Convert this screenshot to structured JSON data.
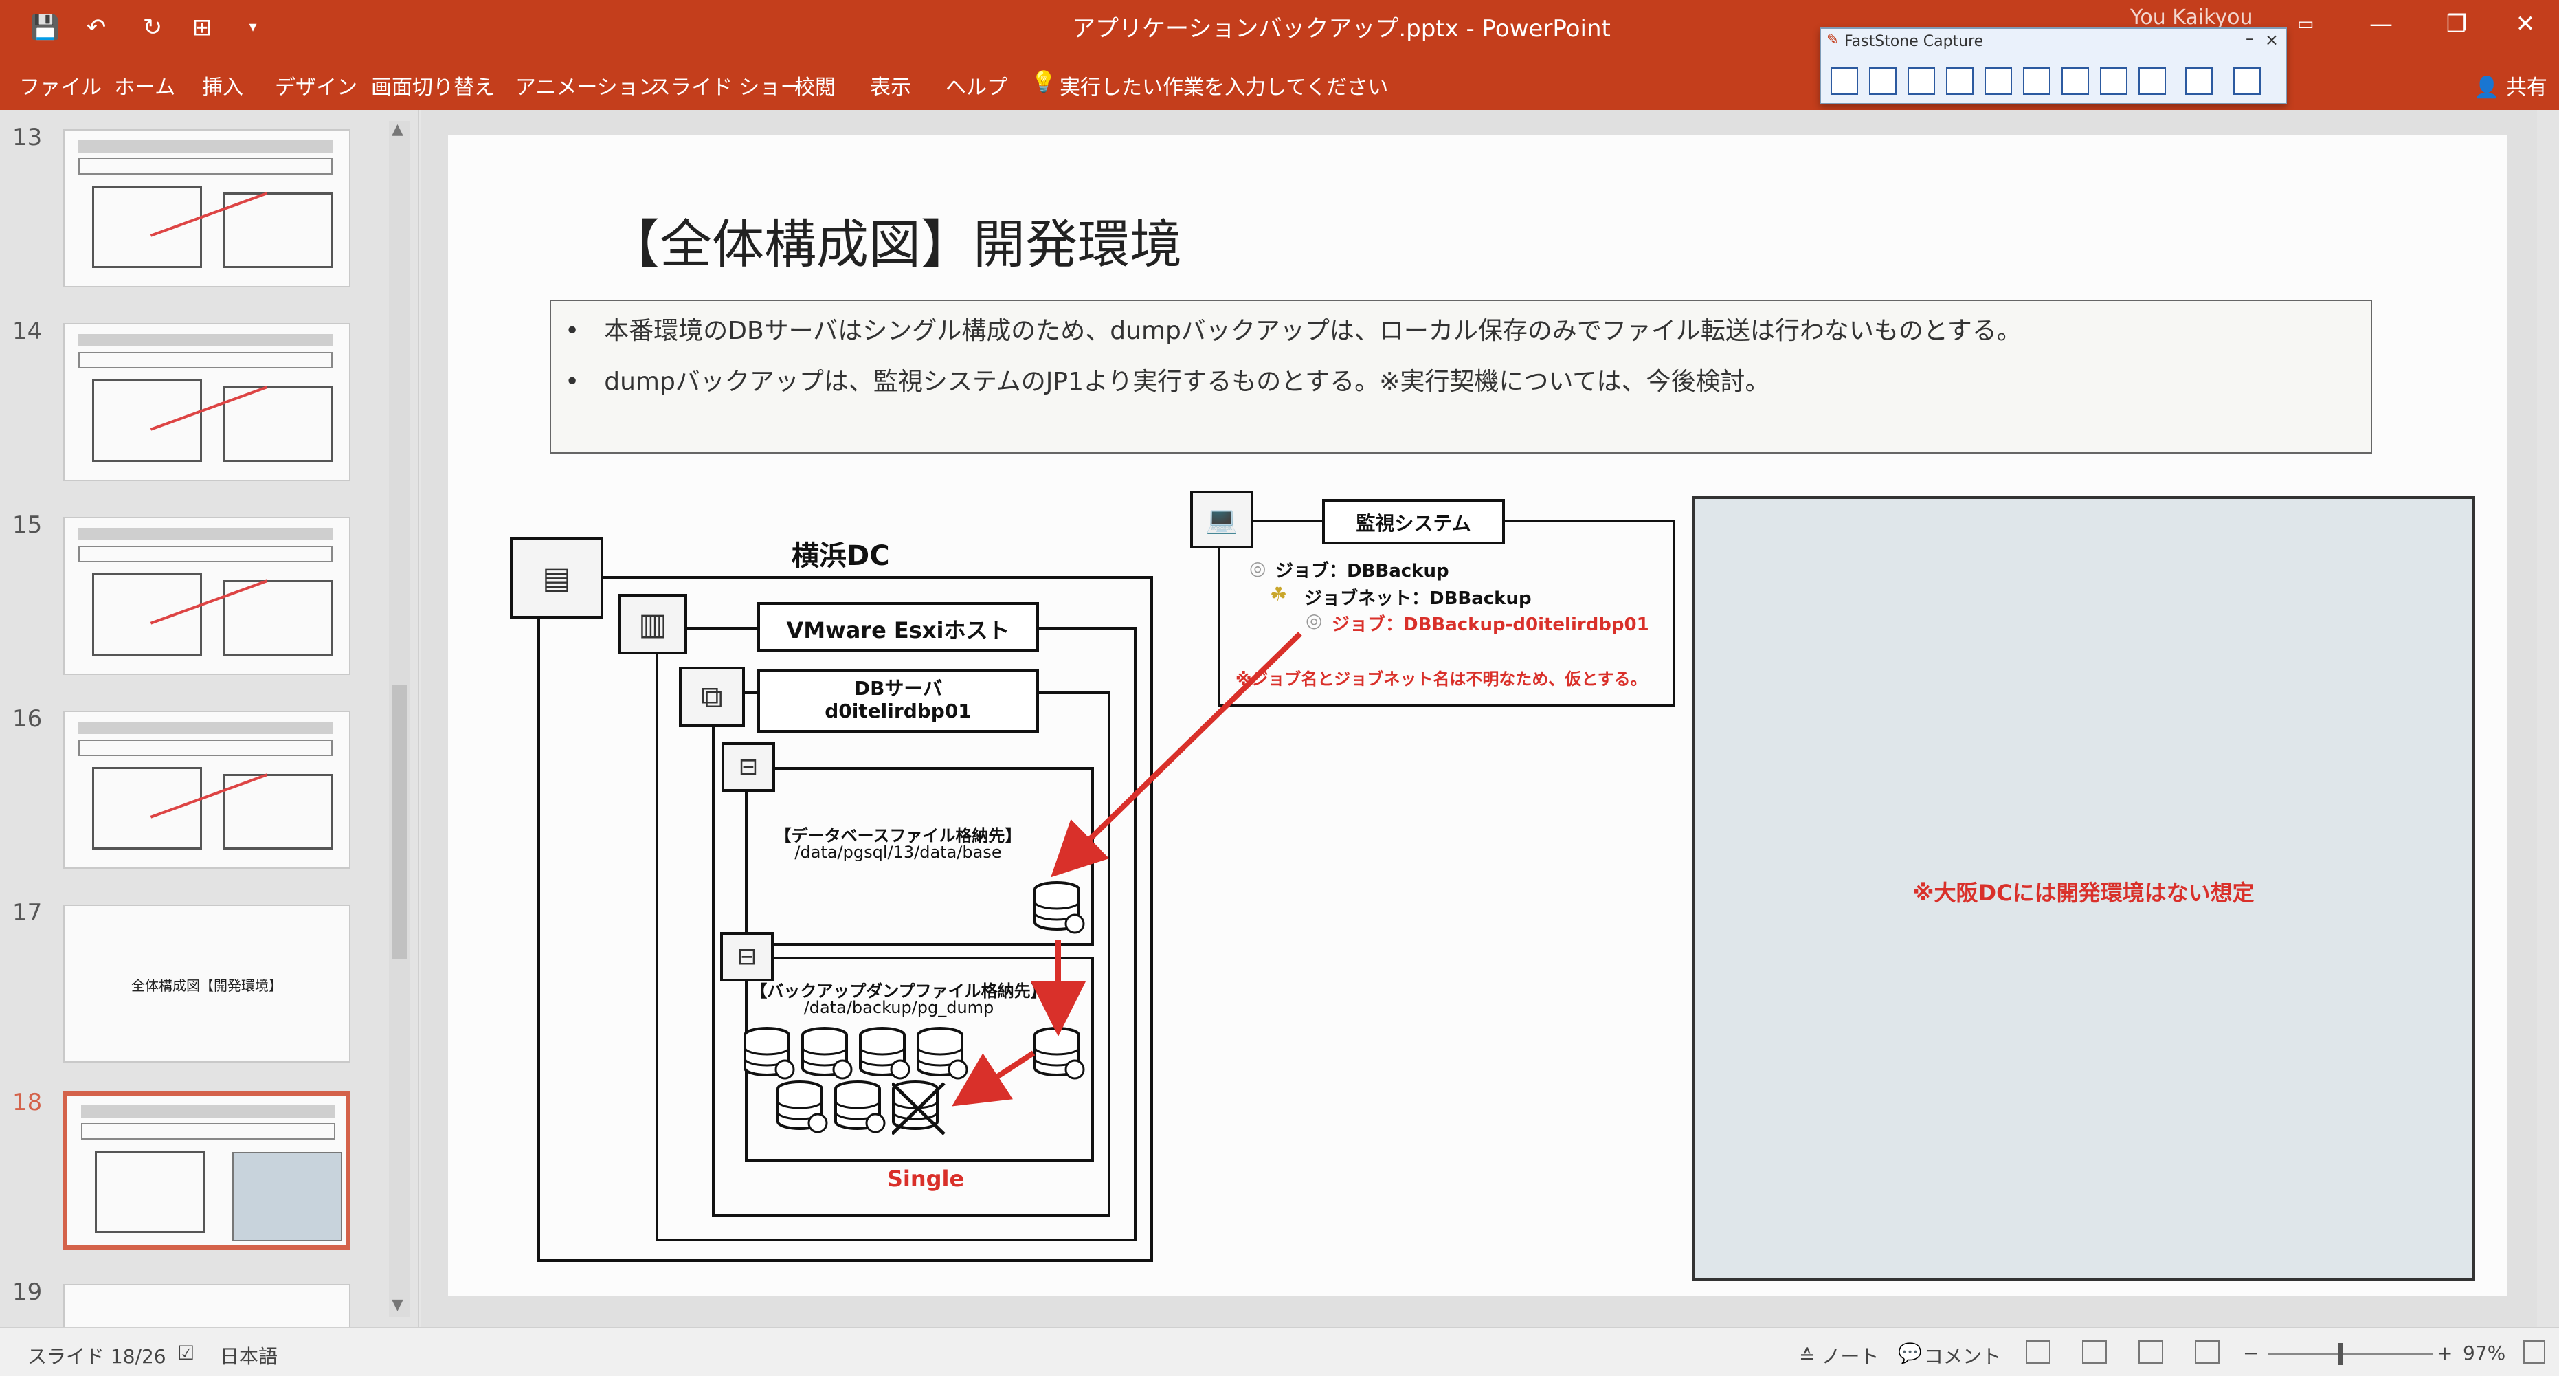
{
  "window": {
    "title": "アプリケーションバックアップ.pptx  -  PowerPoint",
    "user": "You Kaikyou",
    "minimize": "—",
    "restore": "❐",
    "close": "✕"
  },
  "quick_access": {
    "save": "💾",
    "undo": "↶",
    "redo": "↻",
    "present": "⊞",
    "more": "▾"
  },
  "ribbon": {
    "tabs": [
      "ファイル",
      "ホーム",
      "挿入",
      "デザイン",
      "画面切り替え",
      "アニメーション",
      "スライド ショー",
      "校閲",
      "表示",
      "ヘルプ"
    ],
    "tell_me": "実行したい作業を入力してください",
    "share": "共有"
  },
  "faststone": {
    "title": "FastStone Capture",
    "minimize": "–",
    "close": "×"
  },
  "thumbnails": [
    {
      "number": "13",
      "label": ""
    },
    {
      "number": "14",
      "label": ""
    },
    {
      "number": "15",
      "label": ""
    },
    {
      "number": "16",
      "label": ""
    },
    {
      "number": "17",
      "label": "全体構成図【開発環境】"
    },
    {
      "number": "18",
      "label": ""
    },
    {
      "number": "19",
      "label": ""
    }
  ],
  "slide": {
    "title": "【全体構成図】開発環境",
    "bullets": [
      "本番環境のDBサーバはシングル構成のため、dumpバックアップは、ローカル保存のみでファイル転送は行わないものとする。",
      "dumpバックアップは、監視システムのJP1より実行するものとする。※実行契機については、今後検討。"
    ],
    "diagram": {
      "dc_label": "横浜DC",
      "host_label": "VMware Esxiホスト",
      "db_server_line1": "DBサーバ",
      "db_server_line2": "d0itelirdbp01",
      "db_store_line1": "【データベースファイル格納先】",
      "db_store_line2": "/data/pgsql/13/data/base",
      "backup_store_line1": "【バックアップダンプファイル格納先】",
      "backup_store_line2": "/data/backup/pg_dump",
      "single": "Single",
      "monitor_label": "監視システム",
      "job": "ジョブ：DBBackup",
      "jobnet": "ジョブネット：DBBackup",
      "job_target": "ジョブ：DBBackup-d0itelirdbp01",
      "monitor_note": "※ジョブ名とジョブネット名は不明なため、仮とする。",
      "osaka_note": "※大阪DCには開発環境はない想定"
    }
  },
  "statusbar": {
    "slide_pos": "スライド 18/26",
    "language": "日本語",
    "notes": "≙ ノート",
    "comments": "コメント",
    "zoom_minus": "−",
    "zoom_plus": "+",
    "zoom": "97%"
  },
  "colors": {
    "accent": "#c43e1c",
    "arrow": "#d9302a",
    "selected_thumb": "#d4624a"
  }
}
